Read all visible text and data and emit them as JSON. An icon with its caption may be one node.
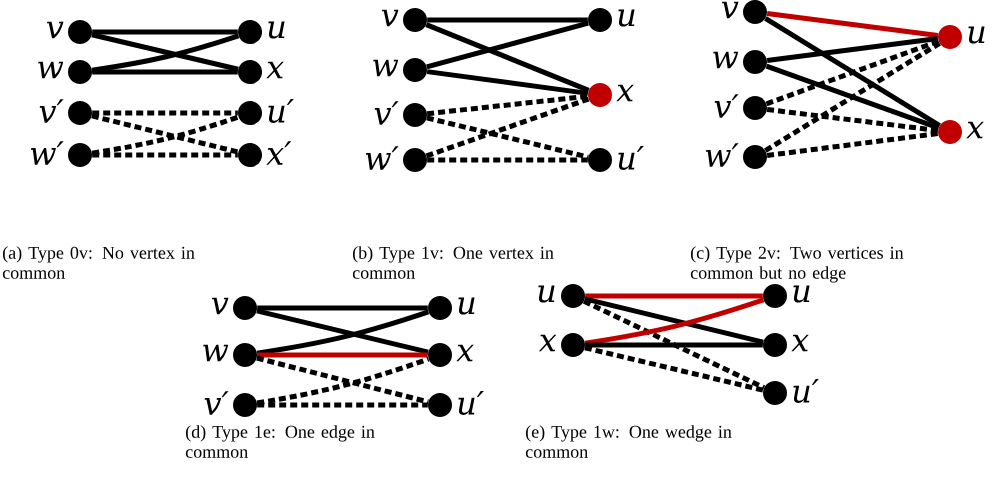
{
  "diagram": {
    "nodes": [
      {
        "text": [],
        "shape": "circle",
        "beside": [
          "v"
        ]
      },
      {
        "text": [],
        "shape": "circle",
        "beside": [
          "w"
        ]
      },
      {
        "text": [],
        "shape": "circle",
        "beside": [
          "v′"
        ]
      },
      {
        "text": [],
        "shape": "circle",
        "beside": [
          "w′"
        ]
      },
      {
        "text": [],
        "shape": "circle",
        "beside": [
          "u"
        ]
      },
      {
        "text": [],
        "shape": "circle",
        "beside": [
          "x"
        ]
      },
      {
        "text": [],
        "shape": "circle",
        "beside": [
          "u′"
        ]
      },
      {
        "text": [],
        "shape": "circle",
        "beside": [
          "x′"
        ]
      },
      {
        "text": [],
        "shape": "circle",
        "beside": [
          "v"
        ]
      },
      {
        "text": [],
        "shape": "circle",
        "beside": [
          "w"
        ]
      },
      {
        "text": [],
        "shape": "circle",
        "beside": [
          "v′"
        ]
      },
      {
        "text": [],
        "shape": "circle",
        "beside": [
          "w′"
        ]
      },
      {
        "text": [],
        "shape": "circle",
        "beside": [
          "u"
        ]
      },
      {
        "text": [],
        "shape": "circle",
        "beside": [
          "x"
        ]
      },
      {
        "text": [],
        "shape": "circle",
        "beside": [
          "u′"
        ]
      },
      {
        "text": [],
        "shape": "circle",
        "beside": [
          "v"
        ]
      },
      {
        "text": [],
        "shape": "circle",
        "beside": [
          "w"
        ]
      },
      {
        "text": [],
        "shape": "circle",
        "beside": [
          "v′"
        ]
      },
      {
        "text": [],
        "shape": "circle",
        "beside": [
          "w′"
        ]
      },
      {
        "text": [],
        "shape": "circle",
        "beside": [
          "u"
        ]
      },
      {
        "text": [],
        "shape": "circle",
        "beside": [
          "x"
        ]
      },
      {
        "text": [],
        "shape": "circle",
        "beside": [
          "v"
        ]
      },
      {
        "text": [],
        "shape": "circle",
        "beside": [
          "w"
        ]
      },
      {
        "text": [],
        "shape": "circle",
        "beside": [
          "v′"
        ]
      },
      {
        "text": [],
        "shape": "circle",
        "beside": [
          "u"
        ]
      },
      {
        "text": [],
        "shape": "circle",
        "beside": [
          "x"
        ]
      },
      {
        "text": [],
        "shape": "circle",
        "beside": [
          "u′"
        ]
      },
      {
        "text": [],
        "shape": "circle",
        "beside": [
          "u"
        ]
      },
      {
        "text": [],
        "shape": "circle",
        "beside": [
          "x"
        ]
      },
      {
        "text": [],
        "shape": "circle",
        "beside": [
          "u"
        ]
      },
      {
        "text": [],
        "shape": "circle",
        "beside": [
          "x"
        ]
      },
      {
        "text": [],
        "shape": "circle",
        "beside": [
          "u′"
        ]
      }
    ],
    "edges": [
      {
        "from": 0,
        "to": 4,
        "arrow": "none"
      },
      {
        "from": 0,
        "to": 5,
        "arrow": "none"
      },
      {
        "from": 1,
        "to": 4,
        "arrow": "none"
      },
      {
        "from": 1,
        "to": 5,
        "arrow": "none"
      },
      {
        "from": 2,
        "to": 6,
        "arrow": "none",
        "style": "dashed"
      },
      {
        "from": 2,
        "to": 7,
        "arrow": "none",
        "style": "dashed"
      },
      {
        "from": 3,
        "to": 6,
        "arrow": "none",
        "style": "dashed"
      },
      {
        "from": 3,
        "to": 7,
        "arrow": "none",
        "style": "dashed"
      },
      {
        "from": 8,
        "to": 12,
        "arrow": "none"
      },
      {
        "from": 8,
        "to": 13,
        "arrow": "none"
      },
      {
        "from": 9,
        "to": 12,
        "arrow": "none"
      },
      {
        "from": 9,
        "to": 13,
        "arrow": "none"
      },
      {
        "from": 10,
        "to": 13,
        "arrow": "none",
        "style": "dashed"
      },
      {
        "from": 10,
        "to": 14,
        "arrow": "none",
        "style": "dashed"
      },
      {
        "from": 11,
        "to": 13,
        "arrow": "none",
        "style": "dashed"
      },
      {
        "from": 11,
        "to": 14,
        "arrow": "none",
        "style": "dashed"
      },
      {
        "from": 15,
        "to": 19,
        "arrow": "none",
        "color": "#c00000"
      },
      {
        "from": 15,
        "to": 20,
        "arrow": "none"
      },
      {
        "from": 16,
        "to": 19,
        "arrow": "none"
      },
      {
        "from": 16,
        "to": 20,
        "arrow": "none"
      },
      {
        "from": 17,
        "to": 19,
        "arrow": "none",
        "style": "dashed"
      },
      {
        "from": 17,
        "to": 20,
        "arrow": "none",
        "style": "dashed"
      },
      {
        "from": 18,
        "to": 19,
        "arrow": "none",
        "style": "dashed"
      },
      {
        "from": 18,
        "to": 20,
        "arrow": "none",
        "style": "dashed"
      },
      {
        "from": 21,
        "to": 24,
        "arrow": "none"
      },
      {
        "from": 21,
        "to": 25,
        "arrow": "none"
      },
      {
        "from": 22,
        "to": 24,
        "arrow": "none"
      },
      {
        "from": 22,
        "to": 25,
        "arrow": "none",
        "color": "#c00000"
      },
      {
        "from": 22,
        "to": 26,
        "arrow": "none",
        "style": "dashed"
      },
      {
        "from": 23,
        "to": 25,
        "arrow": "none",
        "style": "dashed"
      },
      {
        "from": 23,
        "to": 26,
        "arrow": "none",
        "style": "dashed"
      },
      {
        "from": 27,
        "to": 29,
        "arrow": "none",
        "color": "#c00000"
      },
      {
        "from": 27,
        "to": 30,
        "arrow": "none"
      },
      {
        "from": 27,
        "to": 31,
        "arrow": "none",
        "style": "dashed"
      },
      {
        "from": 28,
        "to": 29,
        "arrow": "none",
        "color": "#c00000"
      },
      {
        "from": 28,
        "to": 30,
        "arrow": "none"
      },
      {
        "from": 28,
        "to": 31,
        "arrow": "none",
        "style": "dashed"
      }
    ],
    "labels": [
      "(a) Type 0v: No vertex in common",
      "(b) Type 1v: One vertex in common",
      "(c) Type 2v: Two vertices in common but no edge",
      "(d) Type 1e: One edge in common",
      "(e) Type 1w: One wedge in common"
    ]
  }
}
